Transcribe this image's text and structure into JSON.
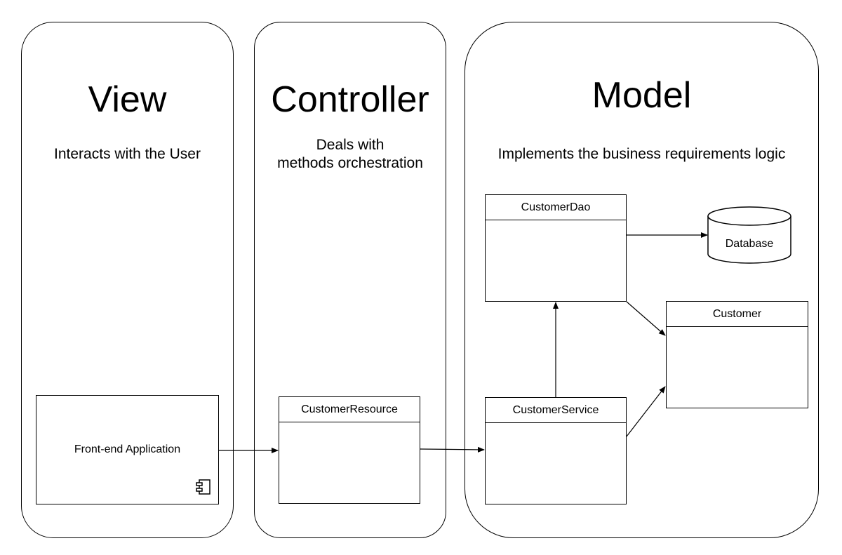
{
  "panels": {
    "view": {
      "title": "View",
      "description": "Interacts with the User"
    },
    "controller": {
      "title": "Controller",
      "description": "Deals with\nmethods orchestration"
    },
    "model": {
      "title": "Model",
      "description": "Implements the business requirements logic"
    }
  },
  "nodes": {
    "front_end": {
      "label": "Front-end Application",
      "icon": "component-icon"
    },
    "customer_resource": {
      "label": "CustomerResource"
    },
    "customer_service": {
      "label": "CustomerService"
    },
    "customer_dao": {
      "label": "CustomerDao"
    },
    "customer": {
      "label": "Customer"
    },
    "database": {
      "label": "Database",
      "icon": "database-cylinder-icon"
    }
  },
  "edges": [
    {
      "from": "Front-end Application",
      "to": "CustomerResource"
    },
    {
      "from": "CustomerResource",
      "to": "CustomerService"
    },
    {
      "from": "CustomerService",
      "to": "CustomerDao"
    },
    {
      "from": "CustomerService",
      "to": "Customer"
    },
    {
      "from": "CustomerDao",
      "to": "Customer"
    },
    {
      "from": "CustomerDao",
      "to": "Database"
    }
  ]
}
